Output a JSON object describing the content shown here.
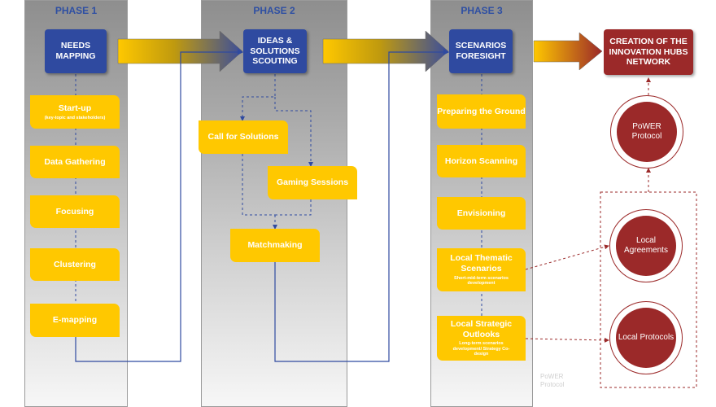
{
  "phases": {
    "p1": "PHASE 1",
    "p2": "PHASE 2",
    "p3": "PHASE 3"
  },
  "headers": {
    "needs_mapping": "NEEDS MAPPING",
    "ideas": "IDEAS & SOLUTIONS SCOUTING",
    "scenarios": "SCENARIOS FORESIGHT",
    "creation": "CREATION OF THE INNOVATION HUBS NETWORK"
  },
  "phase1_steps": [
    {
      "label": "Start-up",
      "sub": "(key-topic and stakeholders)"
    },
    {
      "label": "Data Gathering"
    },
    {
      "label": "Focusing"
    },
    {
      "label": "Clustering"
    },
    {
      "label": "E-mapping"
    }
  ],
  "phase2_steps": {
    "call": "Call for Solutions",
    "gaming": "Gaming Sessions",
    "matchmaking": "Matchmaking"
  },
  "phase3_steps": [
    {
      "label": "Preparing the Ground"
    },
    {
      "label": "Horizon Scanning"
    },
    {
      "label": "Envisioning"
    },
    {
      "label": "Local Thematic Scenarios",
      "sub": "Short-mid-term scenarios development"
    },
    {
      "label": "Local Strategic Outlooks",
      "sub": "Long-term scenarios development/ Strategy Co-design"
    }
  ],
  "circles": {
    "power": "PoWER Protocol",
    "agreements": "Local Agreements",
    "protocols": "Local Protocols"
  },
  "faint_text": "PoWER Protocol",
  "colors": {
    "blue": "#2f4aa0",
    "yellow": "#ffc800",
    "red": "#9b2929",
    "phase_text": "#2e4fa3"
  }
}
